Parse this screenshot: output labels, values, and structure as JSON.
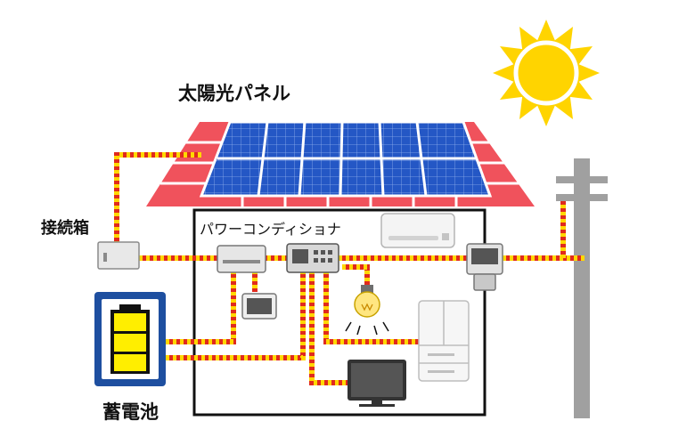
{
  "labels": {
    "solar_panel": "太陽光パネル",
    "junction_box": "接続箱",
    "power_conditioner": "パワーコンディショナ",
    "storage_battery": "蓄電池"
  },
  "colors": {
    "wire_red": "#e02a1e",
    "wire_yellow": "#ffd800",
    "roof": "#f0525c",
    "panel": "#1f4fb8",
    "sun": "#ffd400",
    "battery_frame": "#1e4fa0",
    "battery_cell": "#ffee00",
    "house_outline": "#111111",
    "utility_pole": "#9a9a9a"
  },
  "icons": [
    "sun-icon",
    "solar-panel-icon",
    "junction-box-icon",
    "power-conditioner-icon",
    "controller-icon",
    "monitor-icon",
    "light-bulb-icon",
    "air-conditioner-icon",
    "power-meter-icon",
    "refrigerator-icon",
    "television-icon",
    "battery-icon",
    "utility-pole-icon"
  ]
}
